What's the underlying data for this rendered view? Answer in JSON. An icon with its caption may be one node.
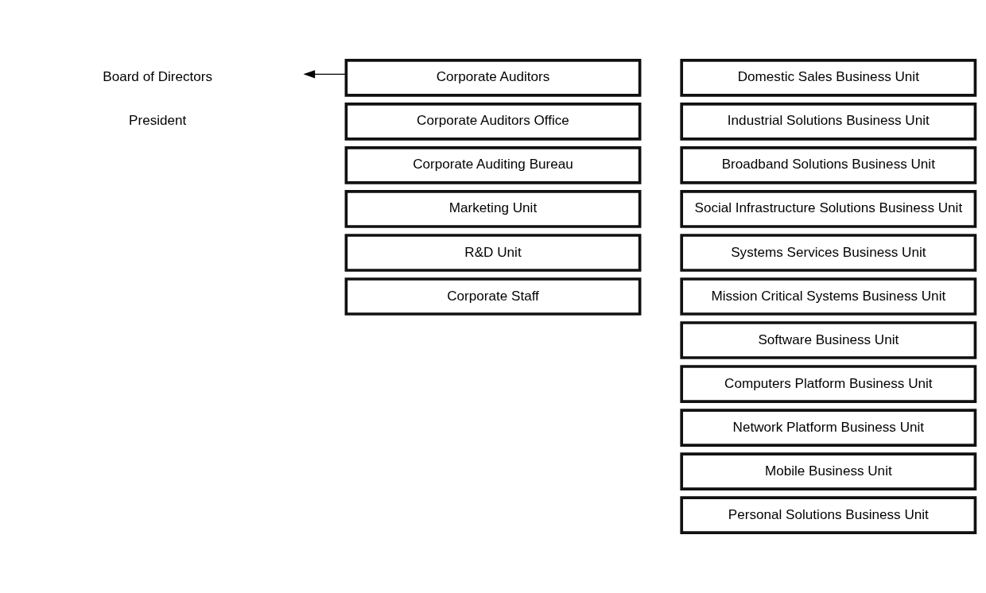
{
  "diagram": {
    "nodes": [
      {
        "text": [
          "Board of Directors"
        ]
      },
      {
        "text": [
          "Corporate Auditors"
        ]
      },
      {
        "text": [
          "Corporate Auditors Office"
        ]
      },
      {
        "text": [
          "Corporate Auditing Bureau"
        ]
      },
      {
        "text": [
          "Marketing Unit"
        ]
      },
      {
        "text": [
          "R&D Unit"
        ]
      },
      {
        "text": [
          "Corporate Staff"
        ]
      },
      {
        "text": [
          "Domestic Sales Business Unit"
        ]
      },
      {
        "text": [
          "Industrial Solutions Business Unit"
        ]
      },
      {
        "text": [
          "Broadband Solutions Business Unit"
        ]
      },
      {
        "text": [
          "Social Infrastructure Solutions Business Unit"
        ]
      },
      {
        "text": [
          "Systems Services Business Unit"
        ]
      },
      {
        "text": [
          "Mission Critical Systems Business Unit"
        ]
      },
      {
        "text": [
          "Software Business Unit"
        ]
      },
      {
        "text": [
          "Computers Platform Business Unit"
        ]
      },
      {
        "text": [
          "Network Platform Business Unit"
        ]
      },
      {
        "text": [
          "Mobile Business Unit"
        ]
      },
      {
        "text": [
          "Personal Solutions Business Unit"
        ]
      }
    ],
    "edges": [
      {
        "from": 1,
        "to": 0,
        "arrow": "to"
      }
    ],
    "labels": [
      "President"
    ]
  }
}
